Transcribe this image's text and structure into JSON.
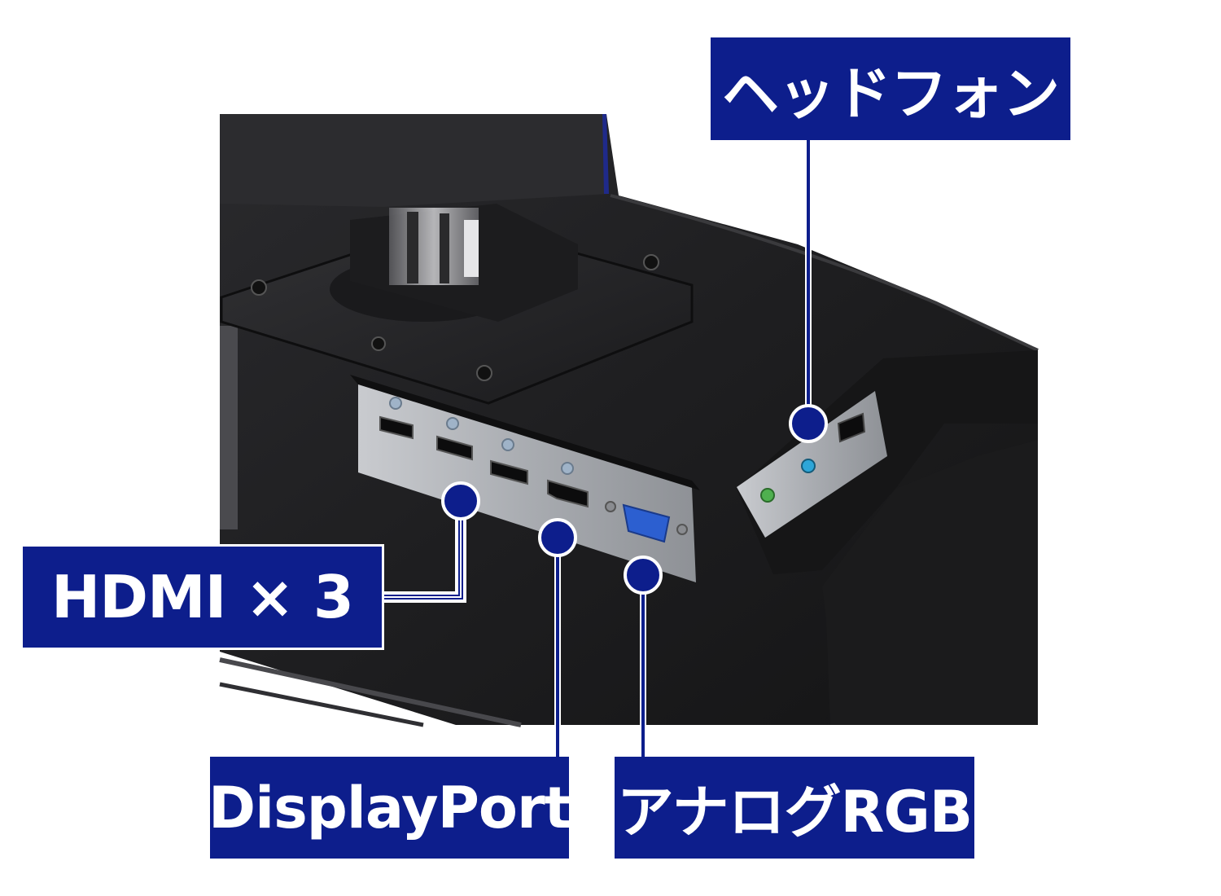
{
  "labels": {
    "headphone": "ヘッドフォン",
    "hdmi": "HDMI × 3",
    "displayport": "DisplayPort",
    "analog_rgb": "アナログRGB"
  },
  "colors": {
    "label_background": "#0d1e8c",
    "label_text": "#ffffff",
    "callout_line": "#0d1e8c",
    "monitor_body": "#1c1c1e",
    "port_plate": "#b7b9bd"
  }
}
